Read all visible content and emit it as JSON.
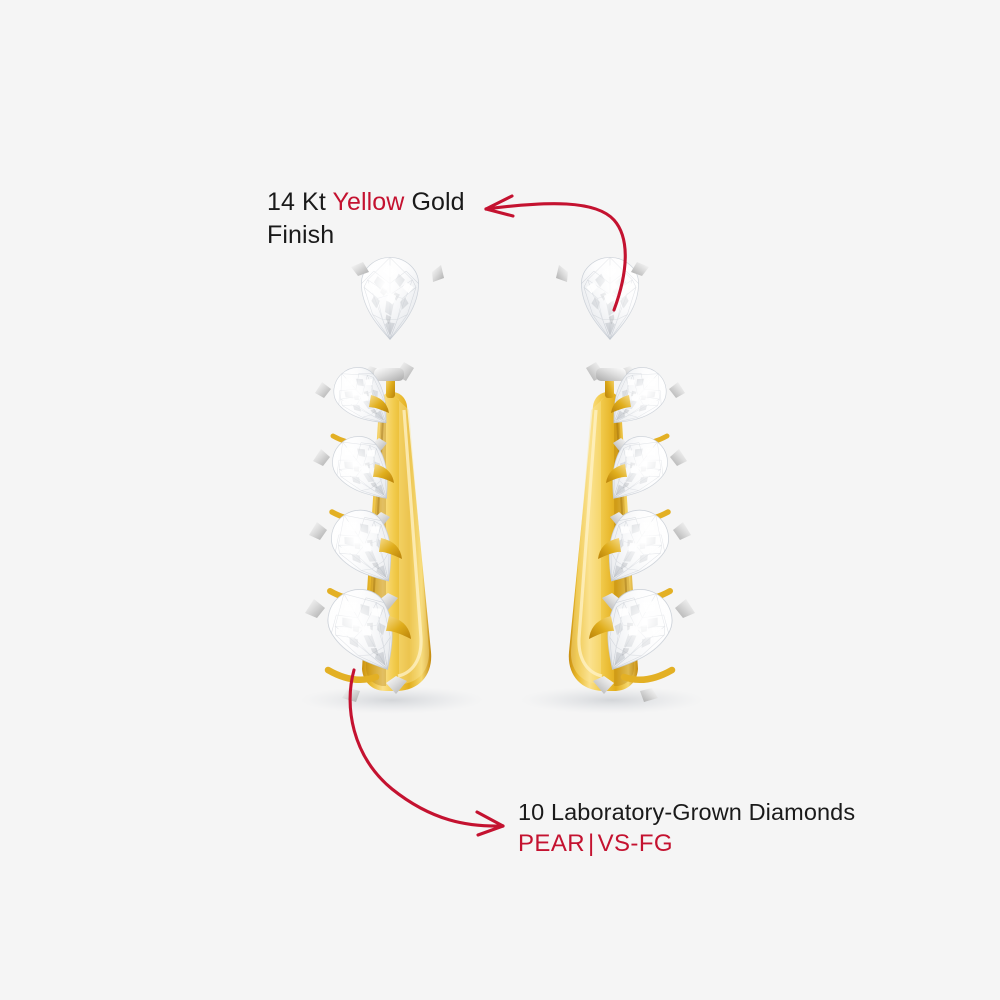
{
  "background_color": "#f5f5f5",
  "accent_red": "#c41230",
  "text_color": "#1a1a1a",
  "gold_color": "#e8b620",
  "diamond_color": "#ffffff",
  "annotations": {
    "top": {
      "line1_pre": "14 Kt ",
      "line1_highlight": "Yellow",
      "line1_post": " Gold",
      "line2": "Finish",
      "arrow": "curved-arrow-pointing-left"
    },
    "bottom": {
      "line1": "10 Laboratory-Grown Diamonds",
      "line2_a": "PEAR",
      "line2_sep": "|",
      "line2_b": "VS-FG",
      "arrow": "curved-arrow-pointing-right"
    }
  },
  "product": {
    "type": "drop-earrings-pair",
    "pieces": [
      {
        "side": "left",
        "stud_shape": "pear",
        "accent_count": 4,
        "band": "tapered-gold-bar"
      },
      {
        "side": "right",
        "stud_shape": "pear",
        "accent_count": 4,
        "band": "tapered-gold-bar"
      }
    ],
    "total_diamonds": 10
  }
}
